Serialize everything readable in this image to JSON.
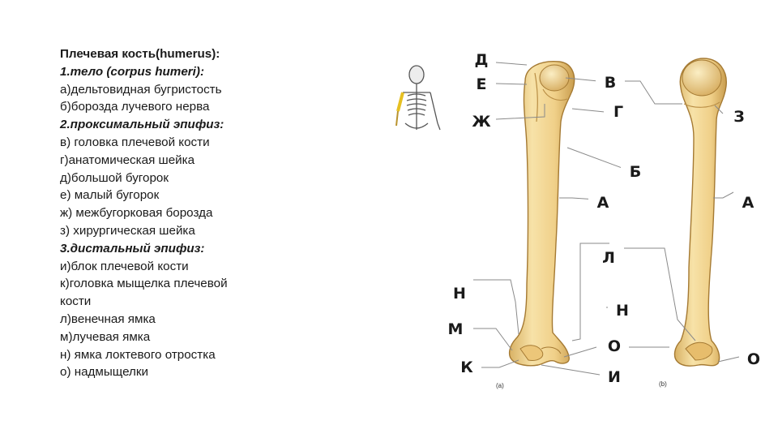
{
  "text_lines": [
    {
      "text": "Плечевая кость(humerus):",
      "style": "bold"
    },
    {
      "text": "1.тело (corpus humeri):",
      "style": "boldital"
    },
    {
      "text": "а)дельтовидная бугристость",
      "style": "normal"
    },
    {
      "text": "б)борозда лучевого нерва",
      "style": "normal"
    },
    {
      "text": "2.проксимальный эпифиз:",
      "style": "boldital"
    },
    {
      "text": "в) головка плечевой кости",
      "style": "normal"
    },
    {
      "text": "г)анатомическая шейка",
      "style": "normal"
    },
    {
      "text": "д)большой бугорок",
      "style": "normal"
    },
    {
      "text": "е) малый бугорок",
      "style": "normal"
    },
    {
      "text": "ж) межбугорковая борозда",
      "style": "normal"
    },
    {
      "text": "з) хирургическая шейка",
      "style": "normal"
    },
    {
      "text": "3.дистальный эпифиз:",
      "style": "boldital"
    },
    {
      "text": "и)блок плечевой кости",
      "style": "normal"
    },
    {
      "text": "к)головка мыщелка плечевой",
      "style": "normal"
    },
    {
      "text": "кости",
      "style": "normal"
    },
    {
      "text": "л)венечная ямка",
      "style": "normal"
    },
    {
      "text": "м)лучевая ямка",
      "style": "normal"
    },
    {
      "text": "н) ямка локтевого отростка",
      "style": "normal"
    },
    {
      "text": "о) надмыщелки",
      "style": "normal"
    }
  ],
  "labels": {
    "d": "Д",
    "e": "Е",
    "zh": "Ж",
    "v": "В",
    "g": "Г",
    "z": "З",
    "b": "Б",
    "a_left": "А",
    "a_right": "А",
    "l": "Л",
    "n_left": "Н",
    "m": "М",
    "k": "К",
    "n_right": "Н",
    "o_left": "О",
    "o_right": "О",
    "i": "И"
  },
  "captions": {
    "view_a": "(a)",
    "view_b": "(b)"
  },
  "colors": {
    "bone_fill": "#f2d48c",
    "bone_stroke": "#a57a33",
    "leader_line": "#8a8a8a",
    "text": "#1a1a1a"
  }
}
